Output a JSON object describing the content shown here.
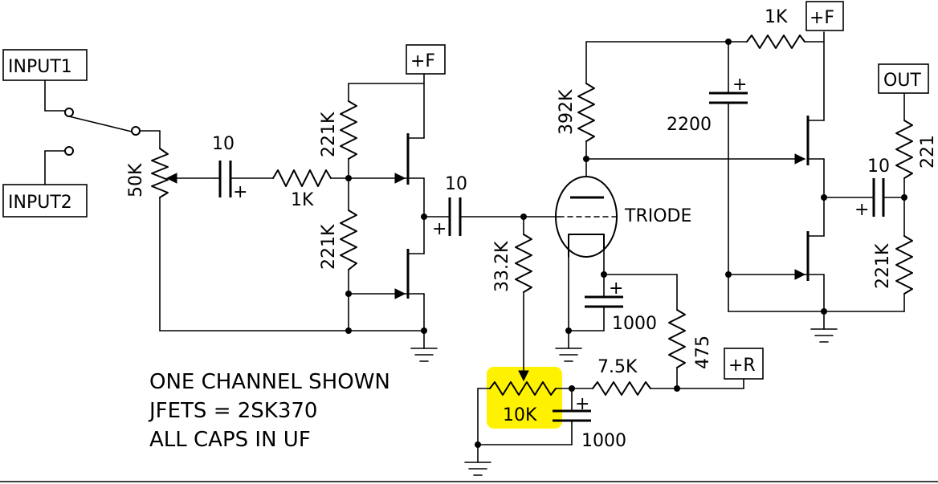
{
  "terminals": {
    "input1": "INPUT1",
    "input2": "INPUT2",
    "plus_f": "+F",
    "out": "OUT",
    "plus_r": "+R"
  },
  "components": {
    "volume_pot": "50K",
    "input_cap": "10",
    "gate_resistor": "1K",
    "bias_top": "221K",
    "bias_bottom": "221K",
    "coupling_cap": "10",
    "grid_resistor": "33.2K",
    "tube": "TRIODE",
    "plate_resistor": "392K",
    "cathode_cap": "1000",
    "cathode_resistor": "475",
    "series_resistor": "7.5K",
    "bias_pot": "10K",
    "filter_cap": "1000",
    "supply_resistor": "1K",
    "supply_cap": "2200",
    "output_cap": "10",
    "output_resistor": "221",
    "output_shunt": "221K",
    "cap_plus": "+"
  },
  "notes": {
    "line1": "ONE CHANNEL SHOWN",
    "line2": "JFETS = 2SK370",
    "line3": "ALL CAPS IN UF"
  },
  "highlight_color": "#fff200"
}
